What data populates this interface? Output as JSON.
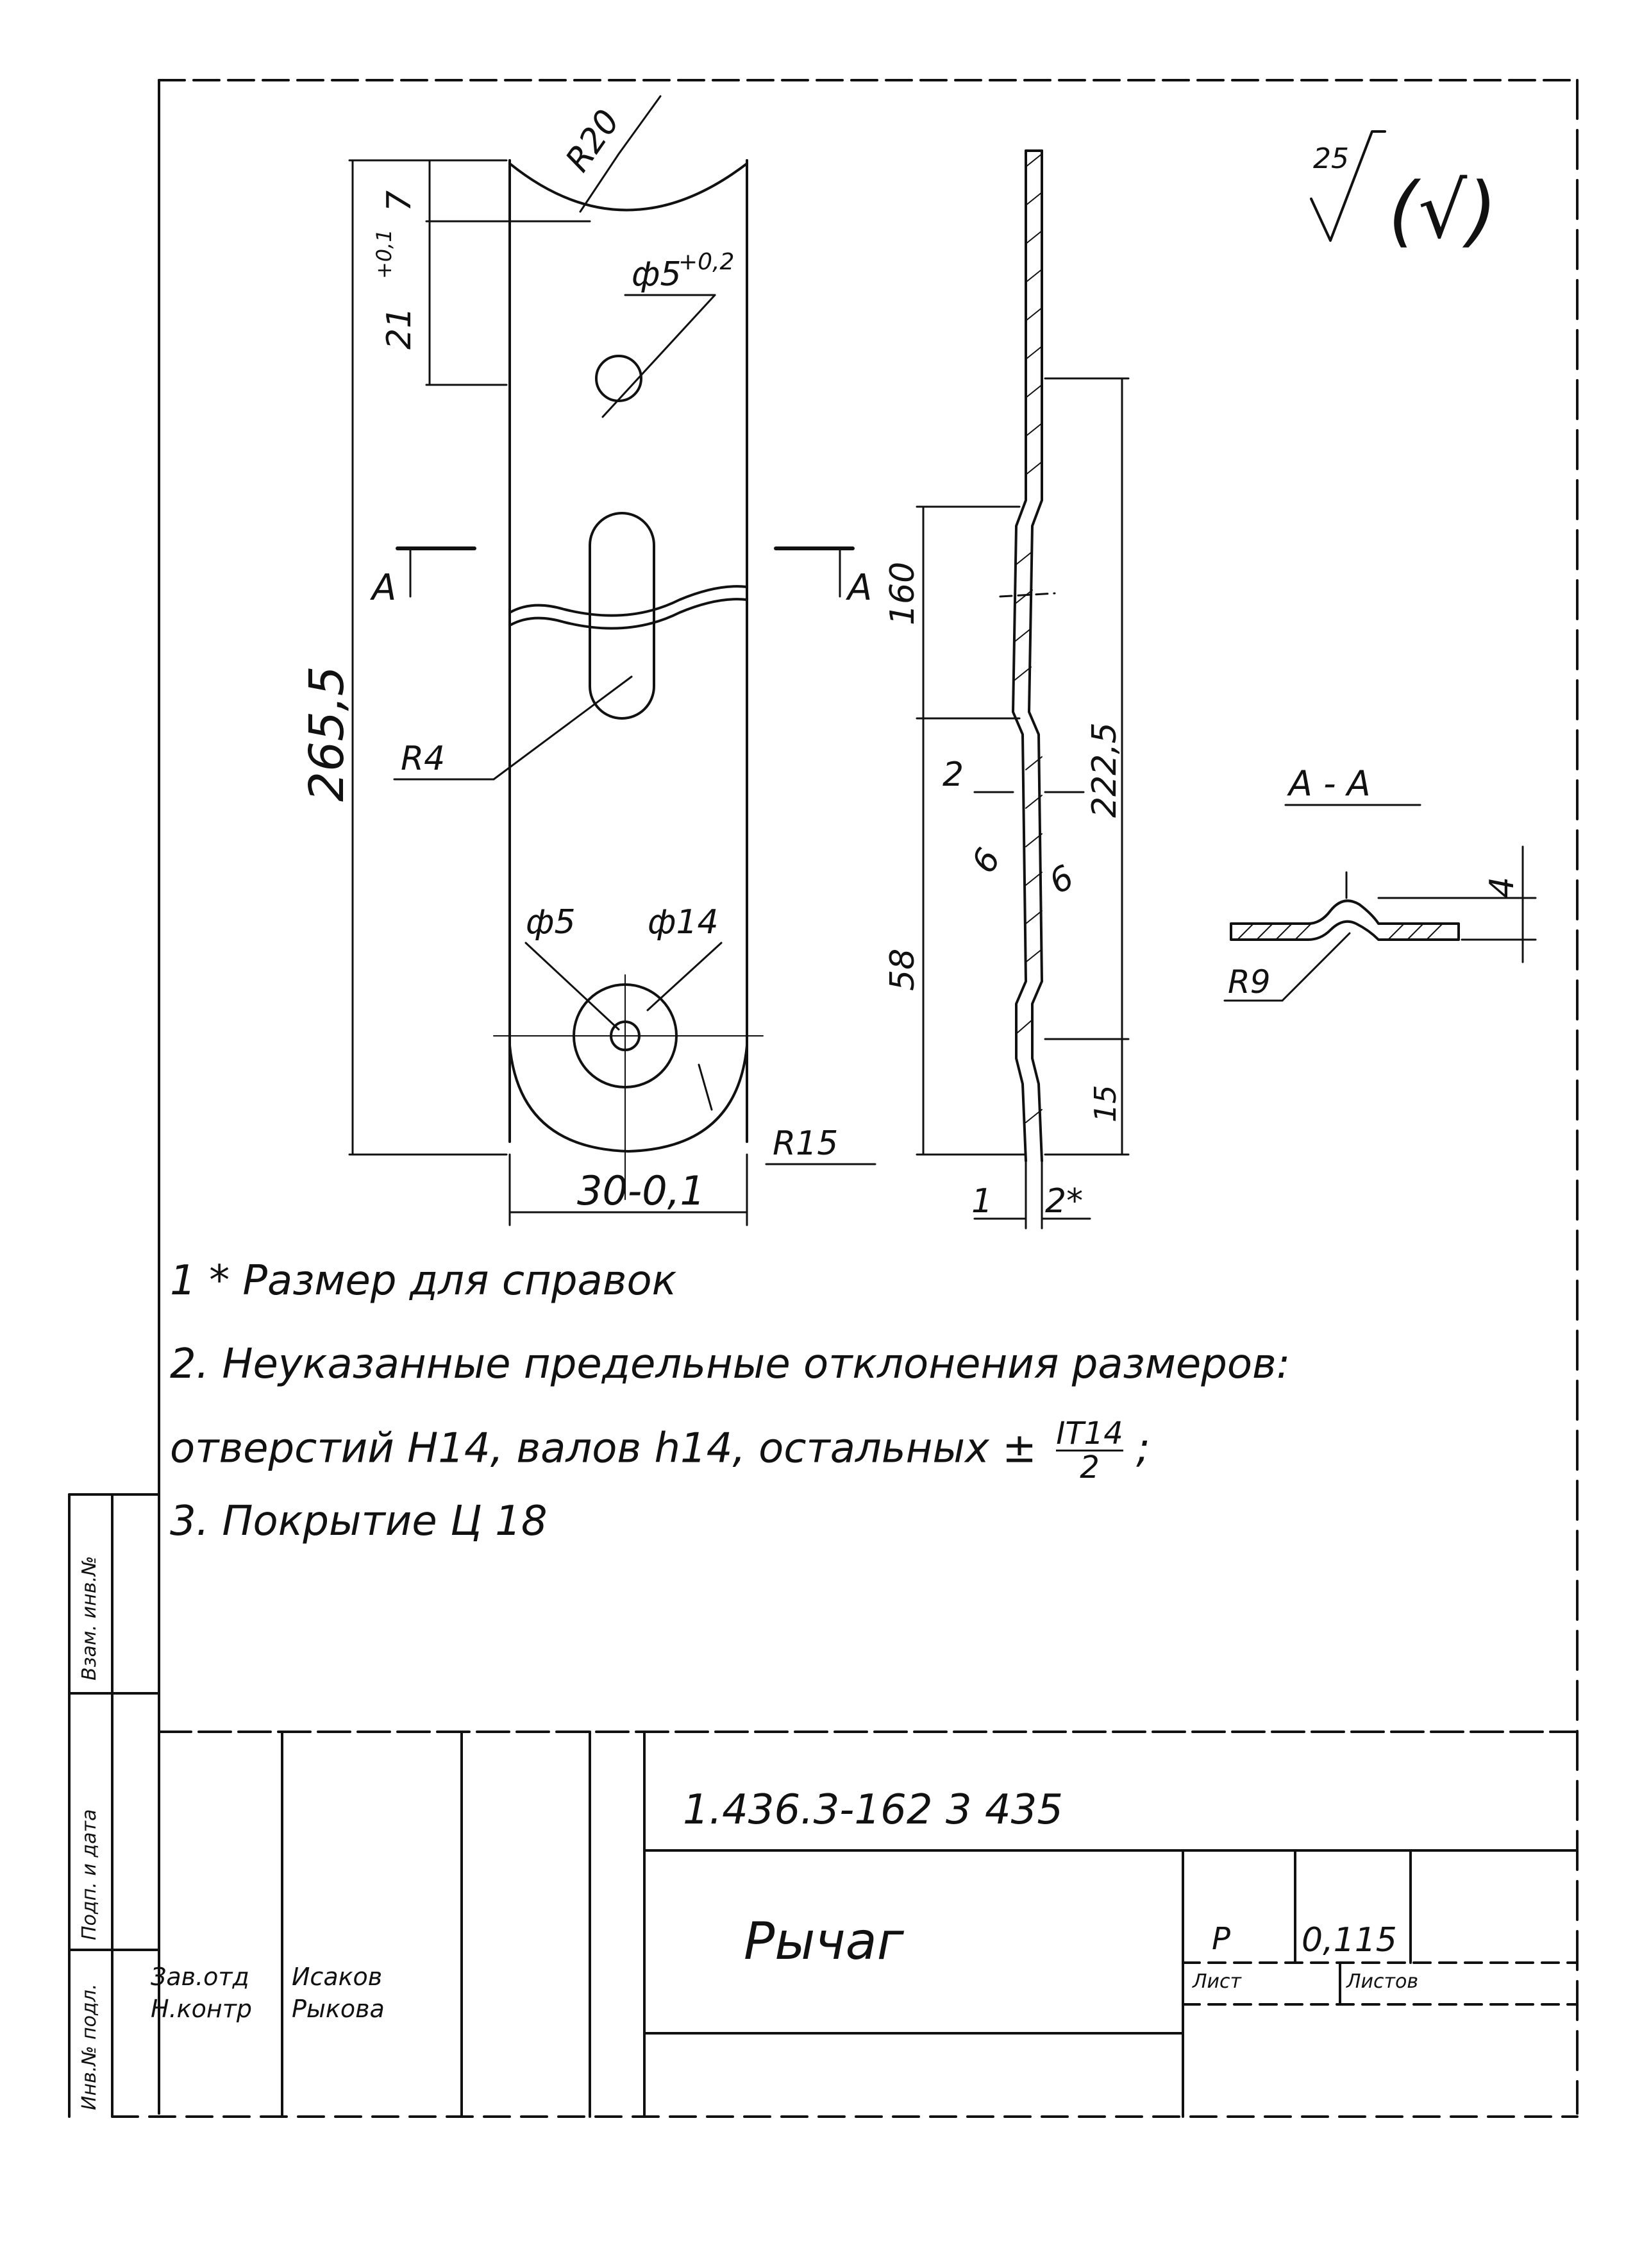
{
  "drawing": {
    "roughness": {
      "value": "25",
      "bracket_symbol": "(√)"
    },
    "dims": {
      "r20": "R20",
      "d7": "7",
      "d21": "21",
      "d21_tol": "+0,1",
      "hole_small": "ф5",
      "hole_small_tol": "+0,2",
      "overall_length": "265,5",
      "section_mark": "A",
      "r4": "R4",
      "d5": "ф5",
      "d14": "ф14",
      "r15": "R15",
      "width": "30-0,1",
      "d160": "160",
      "d222": "222,5",
      "d2": "2",
      "d58": "58",
      "d15": "15",
      "d1": "1",
      "d2star": "2*",
      "d6a": "6",
      "d6b": "6"
    },
    "section": {
      "title": "A - A",
      "r9": "R9",
      "d4": "4"
    }
  },
  "notes": {
    "n1": "1 * Размер для справок",
    "n2": "2. Неуказанные предельные отклонения размеров:",
    "n2b": "отверстий H14, валов h14, остальных ±",
    "n2_frac_num": "IT14",
    "n2_frac_den": "2",
    "n3": "3. Покрытие Ц 18"
  },
  "title_block": {
    "doc_number": "1.436.3-162 3 435",
    "part_name": "Рычаг",
    "lit": "Р",
    "mass": "0,115",
    "sheet": "Лист",
    "sheets": "Листов",
    "role1": "Зав.отд",
    "name1": "Исаков",
    "role2": "Н.контр",
    "name2": "Рыкова"
  },
  "side_strip": {
    "s1": "Взам. инв.№",
    "s2": "Подп. и дата",
    "s3": "Инв.№ подл."
  }
}
